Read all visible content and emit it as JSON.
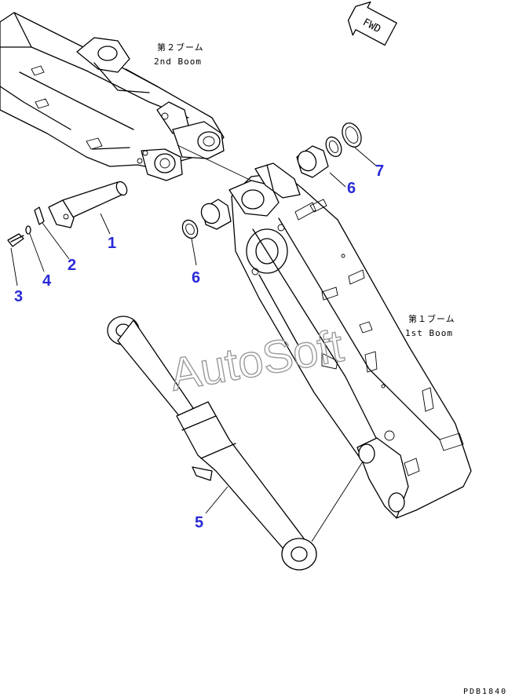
{
  "labels": {
    "second_boom_jp": "第２ブーム",
    "second_boom_en": "2nd Boom",
    "first_boom_jp": "第１ブーム",
    "first_boom_en": "1st Boom",
    "fwd": "FWD",
    "drawing_code": "PDB1840",
    "watermark": "AutoSoft"
  },
  "callouts": [
    {
      "id": "callout-1",
      "text": "1"
    },
    {
      "id": "callout-2",
      "text": "2"
    },
    {
      "id": "callout-3",
      "text": "3"
    },
    {
      "id": "callout-4",
      "text": "4"
    },
    {
      "id": "callout-5",
      "text": "5"
    },
    {
      "id": "callout-6a",
      "text": "6"
    },
    {
      "id": "callout-6b",
      "text": "6"
    },
    {
      "id": "callout-7",
      "text": "7"
    }
  ],
  "colors": {
    "callout": "#2a2ad8",
    "line": "#000000",
    "watermark": "#9a9a9a"
  }
}
